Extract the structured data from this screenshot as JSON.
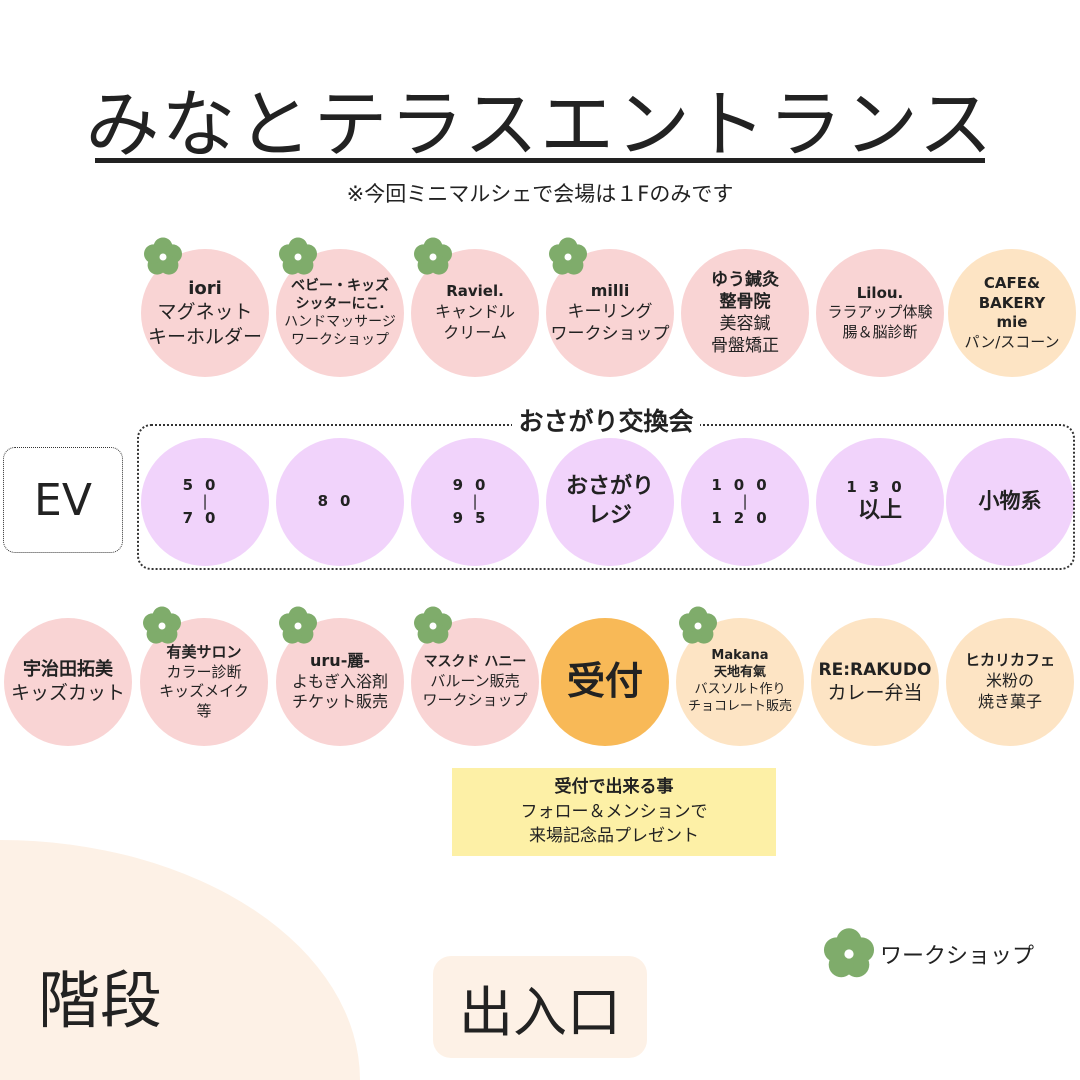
{
  "title": "みなとテラスエントランス",
  "subtitle": "※今回ミニマルシェで会場は１Fのみです",
  "colors": {
    "pink": "#f9d4d4",
    "peach": "#fde4c4",
    "lavender": "#f1d3fb",
    "orange": "#f8b957",
    "note": "#fdf0a6",
    "flower": "#7fac6b"
  },
  "row1": [
    {
      "color": "pink",
      "flower": true,
      "lines": [
        {
          "t": "iori",
          "b": true,
          "s": 18
        },
        {
          "t": "マグネット",
          "s": 19
        },
        {
          "t": "キーホルダー",
          "s": 19
        }
      ]
    },
    {
      "color": "pink",
      "flower": true,
      "lines": [
        {
          "t": "ベビー・キッズ",
          "b": true,
          "s": 14
        },
        {
          "t": "シッターにこ.",
          "b": true,
          "s": 14
        },
        {
          "t": "ハンドマッサージ",
          "s": 14
        },
        {
          "t": "ワークショップ",
          "s": 14
        }
      ]
    },
    {
      "color": "pink",
      "flower": true,
      "lines": [
        {
          "t": "Raviel.",
          "b": true,
          "s": 15
        },
        {
          "t": "キャンドル",
          "s": 16
        },
        {
          "t": "クリーム",
          "s": 16
        }
      ]
    },
    {
      "color": "pink",
      "flower": true,
      "lines": [
        {
          "t": "milli",
          "b": true,
          "s": 16
        },
        {
          "t": "キーリング",
          "s": 17
        },
        {
          "t": "ワークショップ",
          "s": 17
        }
      ]
    },
    {
      "color": "pink",
      "flower": false,
      "lines": [
        {
          "t": "ゆう鍼灸",
          "b": true,
          "s": 17
        },
        {
          "t": "整骨院",
          "b": true,
          "s": 17
        },
        {
          "t": "美容鍼",
          "s": 17
        },
        {
          "t": "骨盤矯正",
          "s": 17
        }
      ]
    },
    {
      "color": "pink",
      "flower": false,
      "lines": [
        {
          "t": "Lilou.",
          "b": true,
          "s": 15
        },
        {
          "t": "ララアップ体験",
          "s": 15
        },
        {
          "t": "腸＆脳診断",
          "s": 15
        }
      ]
    },
    {
      "color": "peach",
      "flower": false,
      "lines": [
        {
          "t": "CAFE&",
          "b": true,
          "s": 15
        },
        {
          "t": "BAKERY",
          "b": true,
          "s": 15
        },
        {
          "t": "mie",
          "b": true,
          "s": 15
        },
        {
          "t": "パン/スコーン",
          "s": 15
        }
      ]
    }
  ],
  "swap": {
    "title": "おさがり交換会",
    "ev": "EV",
    "items": [
      {
        "lines": [
          {
            "t": "50",
            "num": true
          },
          {
            "t": "|",
            "num": true
          },
          {
            "t": "70",
            "num": true
          }
        ]
      },
      {
        "lines": [
          {
            "t": "80",
            "num": true
          }
        ]
      },
      {
        "lines": [
          {
            "t": "90",
            "num": true
          },
          {
            "t": "|",
            "num": true
          },
          {
            "t": "95",
            "num": true
          }
        ]
      },
      {
        "lines": [
          {
            "t": "おさがり",
            "b": true,
            "s": 22
          },
          {
            "t": "レジ",
            "b": true,
            "s": 22
          }
        ]
      },
      {
        "lines": [
          {
            "t": "100",
            "num": true
          },
          {
            "t": "|",
            "num": true
          },
          {
            "t": "120",
            "num": true
          }
        ]
      },
      {
        "lines": [
          {
            "t": "130",
            "num": true
          },
          {
            "t": "以上",
            "b": true,
            "s": 22
          }
        ]
      },
      {
        "lines": [
          {
            "t": "小物系",
            "b": true,
            "s": 21
          }
        ]
      }
    ]
  },
  "row3": [
    {
      "color": "pink",
      "flower": false,
      "lines": [
        {
          "t": "宇治田拓美",
          "b": true,
          "s": 18
        },
        {
          "t": "キッズカット",
          "s": 19
        }
      ]
    },
    {
      "color": "pink",
      "flower": true,
      "lines": [
        {
          "t": "有美サロン",
          "b": true,
          "s": 15
        },
        {
          "t": "カラー診断",
          "s": 15
        },
        {
          "t": "キッズメイク",
          "s": 15
        },
        {
          "t": "等",
          "s": 15
        }
      ]
    },
    {
      "color": "pink",
      "flower": true,
      "lines": [
        {
          "t": "uru-麗-",
          "b": true,
          "s": 16
        },
        {
          "t": "よもぎ入浴剤",
          "s": 16
        },
        {
          "t": "チケット販売",
          "s": 16
        }
      ]
    },
    {
      "color": "pink",
      "flower": true,
      "lines": [
        {
          "t": "マスクド ハニー",
          "b": true,
          "s": 14
        },
        {
          "t": "バルーン販売",
          "s": 15
        },
        {
          "t": "ワークショップ",
          "s": 15
        }
      ]
    },
    {
      "color": "orange",
      "flower": false,
      "lines": [
        {
          "t": "受付",
          "b": true,
          "s": 38
        }
      ]
    },
    {
      "color": "peach",
      "flower": true,
      "lines": [
        {
          "t": "Makana",
          "b": true,
          "s": 13
        },
        {
          "t": "天地有氣",
          "b": true,
          "s": 13
        },
        {
          "t": "バスソルト作り",
          "s": 13
        },
        {
          "t": "チョコレート販売",
          "s": 13
        }
      ]
    },
    {
      "color": "peach",
      "flower": false,
      "lines": [
        {
          "t": "RE:RAKUDO",
          "b": true,
          "s": 17
        },
        {
          "t": "カレー弁当",
          "s": 19
        }
      ]
    },
    {
      "color": "peach",
      "flower": false,
      "lines": [
        {
          "t": "ヒカリカフェ",
          "b": true,
          "s": 15
        },
        {
          "t": "米粉の",
          "s": 16
        },
        {
          "t": "焼き菓子",
          "s": 16
        }
      ]
    }
  ],
  "reception_note": {
    "heading": "受付で出来る事",
    "line1": "フォロー＆メンションで",
    "line2": "来場記念品プレゼント"
  },
  "stairs": "階段",
  "entrance": "出入口",
  "legend": {
    "label": "ワークショップ",
    "icon": "flower-icon"
  }
}
